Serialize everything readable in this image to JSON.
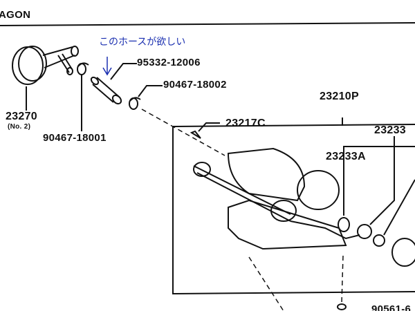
{
  "header": {
    "title": "AGON"
  },
  "annotation": {
    "text": "このホースが欲しい",
    "color": "#1a2fb0"
  },
  "parts": {
    "p23270": "23270",
    "p23270_sub": "(No. 2)",
    "p90467_18001": "90467-18001",
    "p95332_12006": "95332-12006",
    "p90467_18002": "90467-18002",
    "p23210P": "23210P",
    "p23217C": "23217C",
    "p23233": "23233",
    "p23233A": "23233A",
    "p_bottom": "90561-6"
  }
}
